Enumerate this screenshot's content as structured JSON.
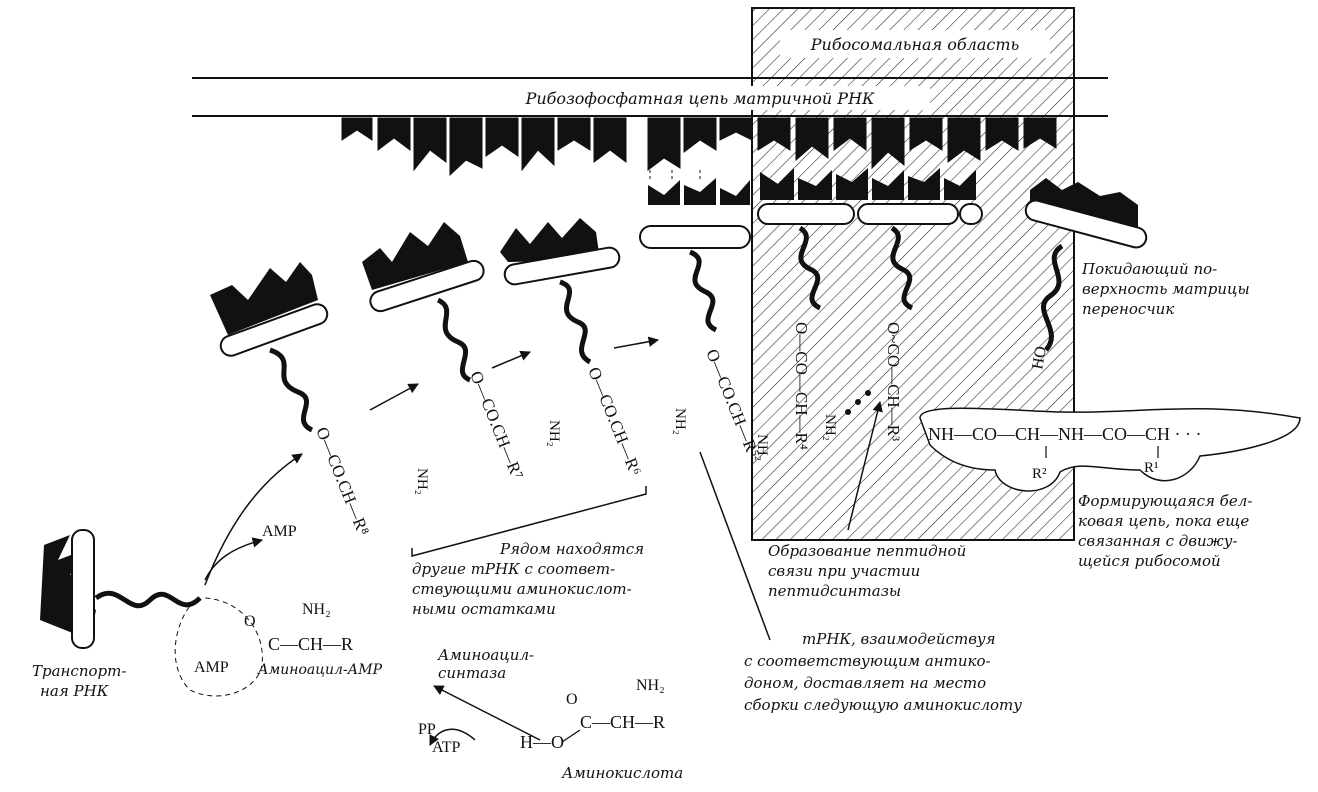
{
  "labels": {
    "ribosomal_region": "Рибосомальная область",
    "phosphate_chain": "Рибозофосфатная цепь матричной РНК",
    "leaving_carrier": [
      "Покидающий по-",
      "верхность матрицы",
      "переносчик"
    ],
    "forming_chain": [
      "Формирующаяся бел-",
      "ковая цепь, пока еще",
      "связанная с движу-",
      "щейся рибосомой"
    ],
    "peptide_bond": [
      "Образование пептидной",
      "связи при участии",
      "пептидсинтазы"
    ],
    "other_trna": [
      "Рядом находятся",
      "другие mРНК с соответ-",
      "ствующими аминокислот-",
      "ными остатками"
    ],
    "trna_delivers": [
      "mРНК, взаимодействуя",
      "с соответствующим антико-",
      "доном, доставляет на место",
      "сборки следующую аминокислоту"
    ],
    "transport_rna": [
      "Транспорт-",
      "ная РНК"
    ],
    "synthase": [
      "Аминоацил-",
      "синтаза"
    ],
    "amino_acid": "Аминокислота"
  },
  "chemistry": {
    "amp": "AMP",
    "amp_in_loop": "AMP",
    "aminoacyl_amp": "Аминоацил-АМР",
    "nh2": "NH₂",
    "chain": "NH—CO—CH—NH—CO—CH · · ·",
    "pp": "PP",
    "atp": "ATP",
    "h_o": "H—O",
    "aa_c": "C—CH—R",
    "aa_o": "O",
    "acyl": "C—CH—R",
    "acyl_o": "O",
    "r1": "R¹",
    "r2": "R²",
    "ho": "HO",
    "side_r8": "O—CO.CH—R⁸",
    "side_r7": "O—CO.CH—R⁷",
    "side_r6": "O—CO.CH—R⁶",
    "side_r5": "O—CO.CH—R⁵",
    "side_r4": "O—CO—CH—R⁴",
    "side_r3": "O~CO—CH—R³"
  }
}
